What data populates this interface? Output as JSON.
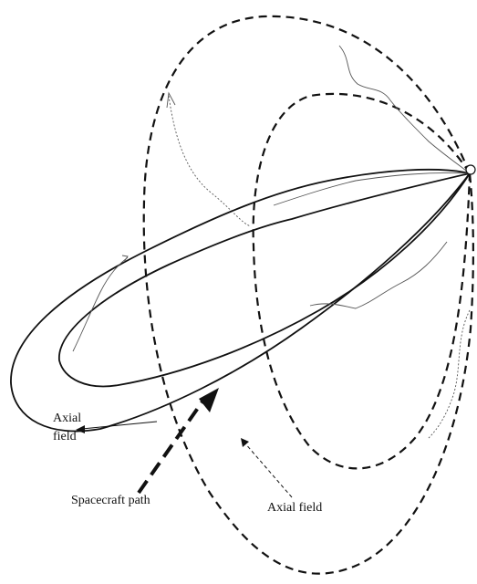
{
  "labels": {
    "axial_field_left_line1": "Axial",
    "axial_field_left_line2": "field",
    "spacecraft_path": "Spacecraft path",
    "axial_field_bottom": "Axial field"
  },
  "colors": {
    "ink": "#111111",
    "thin": "#555555",
    "background": "#ffffff"
  }
}
